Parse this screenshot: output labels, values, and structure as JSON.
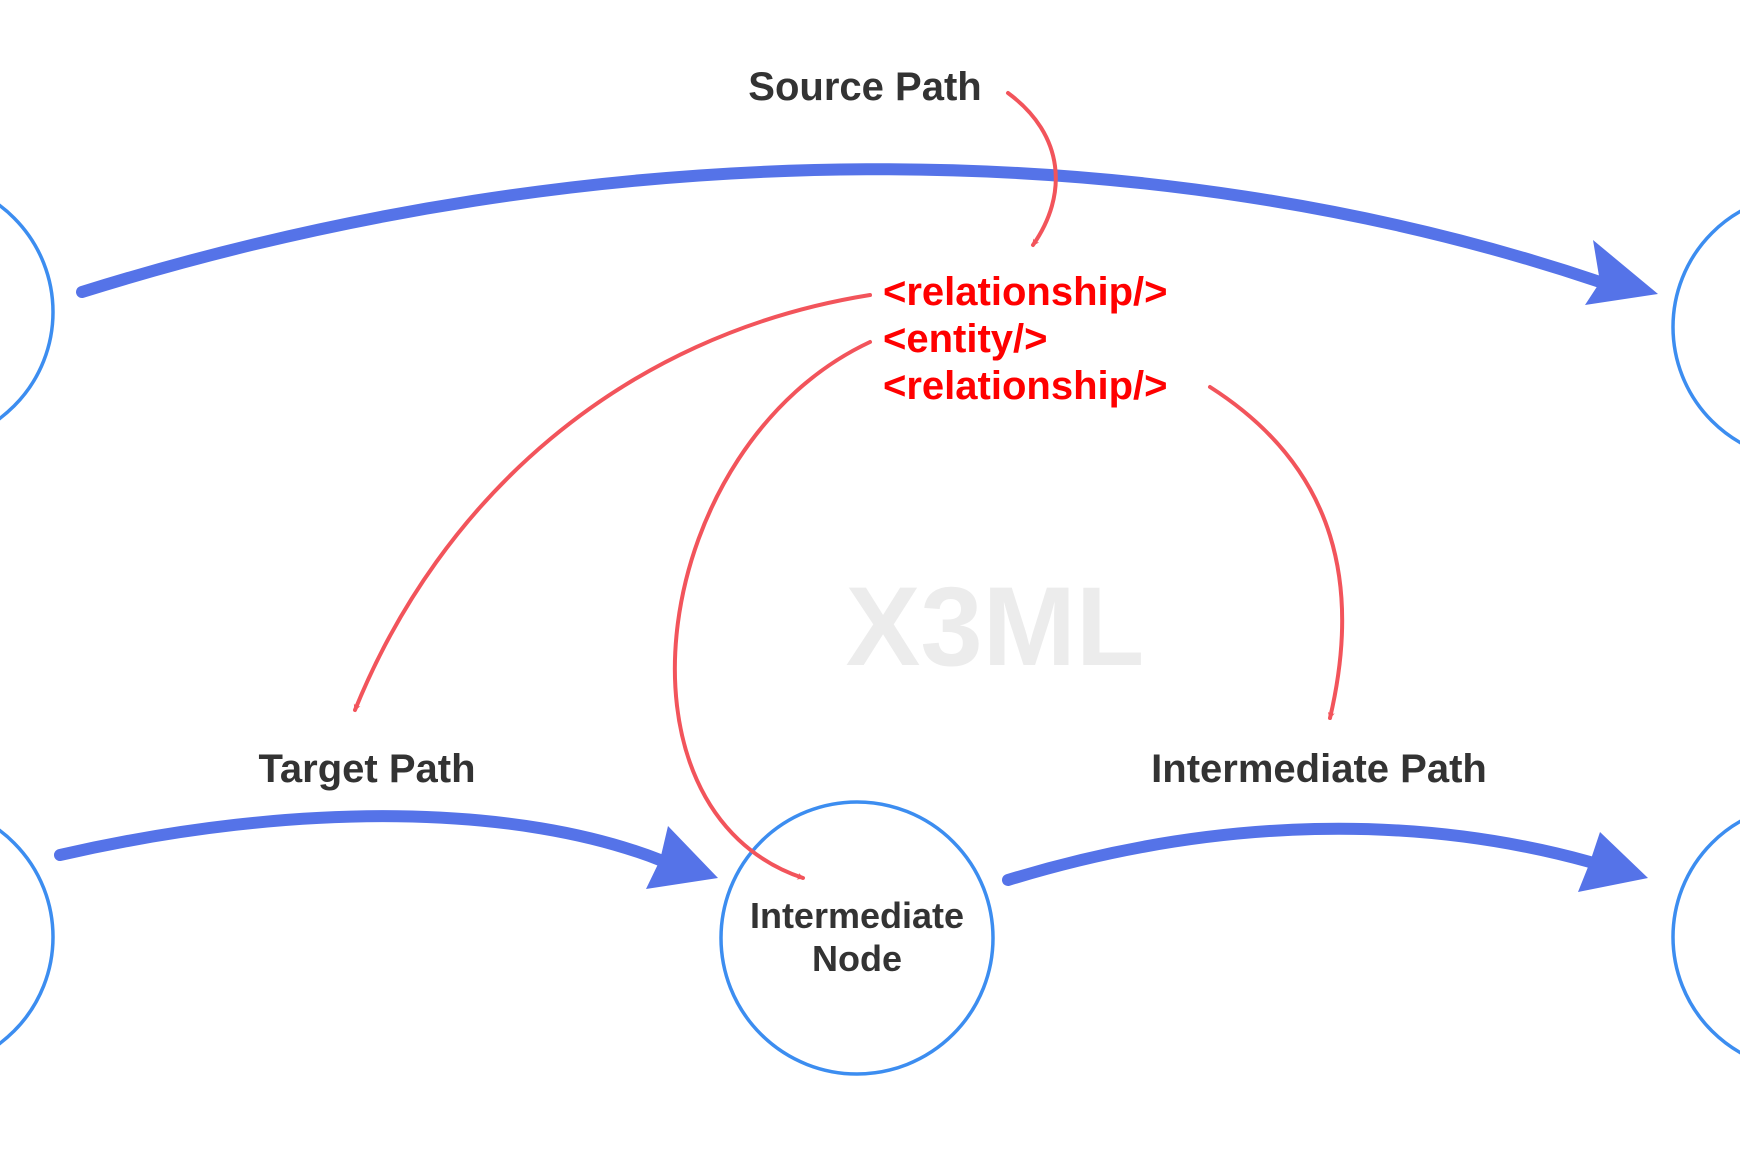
{
  "colors": {
    "blue_arrow": "#5573e8",
    "node_stroke": "#3c8df0",
    "red_arrow": "#f2545b",
    "xml_text": "#ff0000",
    "label_text": "#333333",
    "watermark": "#ececec"
  },
  "labels": {
    "source_path": "Source Path",
    "target_path": "Target Path",
    "intermediate_path": "Intermediate Path"
  },
  "xml_block": {
    "line1": "<relationship/>",
    "line2": "<entity/>",
    "line3": "<relationship/>"
  },
  "intermediate_node": {
    "line1": "Intermediate",
    "line2": "Node"
  },
  "watermark": "X3ML"
}
